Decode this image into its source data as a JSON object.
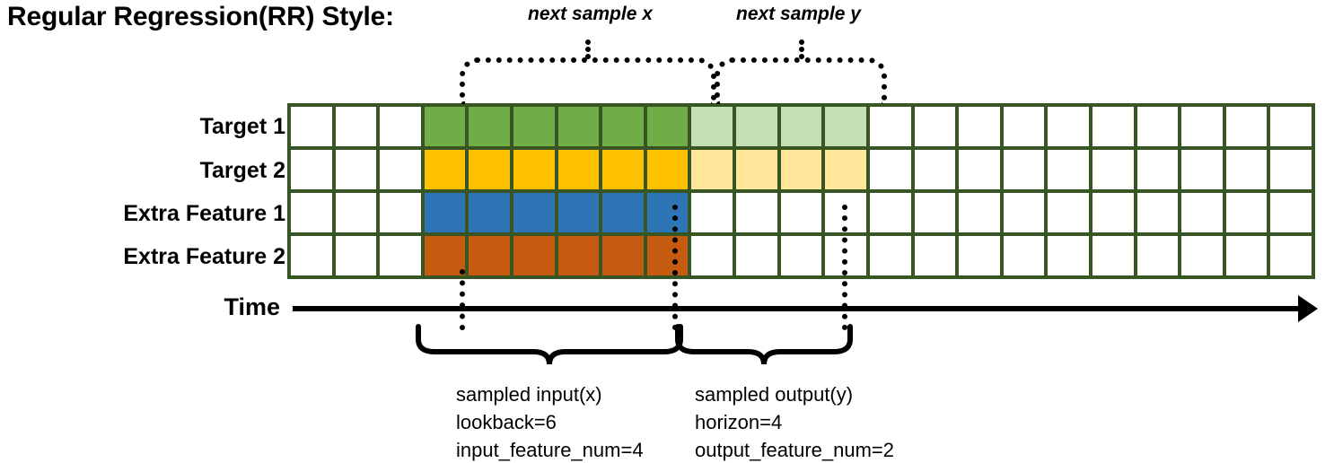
{
  "title": "Regular Regression(RR) Style:",
  "axis": {
    "label": "Time"
  },
  "rows": [
    {
      "label": "Target 1"
    },
    {
      "label": "Target 2"
    },
    {
      "label": "Extra Feature 1"
    },
    {
      "label": "Extra Feature 2"
    }
  ],
  "grid": {
    "columns": 23,
    "row_count": 4,
    "border_color": "#375623",
    "empty_color": "#ffffff",
    "input_start_col": 3,
    "input_end_col": 9,
    "output_start_col": 9,
    "output_end_col": 13,
    "cells": [
      [
        "white",
        "white",
        "white",
        "green",
        "green",
        "green",
        "green",
        "green",
        "green",
        "green-light",
        "green-light",
        "green-light",
        "green-light",
        "white",
        "white",
        "white",
        "white",
        "white",
        "white",
        "white",
        "white",
        "white",
        "white"
      ],
      [
        "white",
        "white",
        "white",
        "gold",
        "gold",
        "gold",
        "gold",
        "gold",
        "gold",
        "gold-light",
        "gold-light",
        "gold-light",
        "gold-light",
        "white",
        "white",
        "white",
        "white",
        "white",
        "white",
        "white",
        "white",
        "white",
        "white"
      ],
      [
        "white",
        "white",
        "white",
        "blue",
        "blue",
        "blue",
        "blue",
        "blue",
        "blue",
        "white",
        "white",
        "white",
        "white",
        "white",
        "white",
        "white",
        "white",
        "white",
        "white",
        "white",
        "white",
        "white",
        "white"
      ],
      [
        "white",
        "white",
        "white",
        "orange",
        "orange",
        "orange",
        "orange",
        "orange",
        "orange",
        "white",
        "white",
        "white",
        "white",
        "white",
        "white",
        "white",
        "white",
        "white",
        "white",
        "white",
        "white",
        "white",
        "white"
      ]
    ]
  },
  "colors": {
    "green": "#70AD47",
    "green-light": "#C5E0B4",
    "gold": "#FFC000",
    "gold-light": "#FFE699",
    "blue": "#2E75B6",
    "orange": "#C55A11",
    "white": "#FFFFFF",
    "border": "#375623",
    "ink": "#000000"
  },
  "top_braces": [
    {
      "label": "next sample x"
    },
    {
      "label": "next sample y"
    }
  ],
  "bottom_braces": [
    {
      "heading": "sampled input(x)",
      "line2": "lookback=6",
      "line3": "input_feature_num=4"
    },
    {
      "heading": "sampled output(y)",
      "line2": "horizon=4",
      "line3": "output_feature_num=2"
    }
  ]
}
